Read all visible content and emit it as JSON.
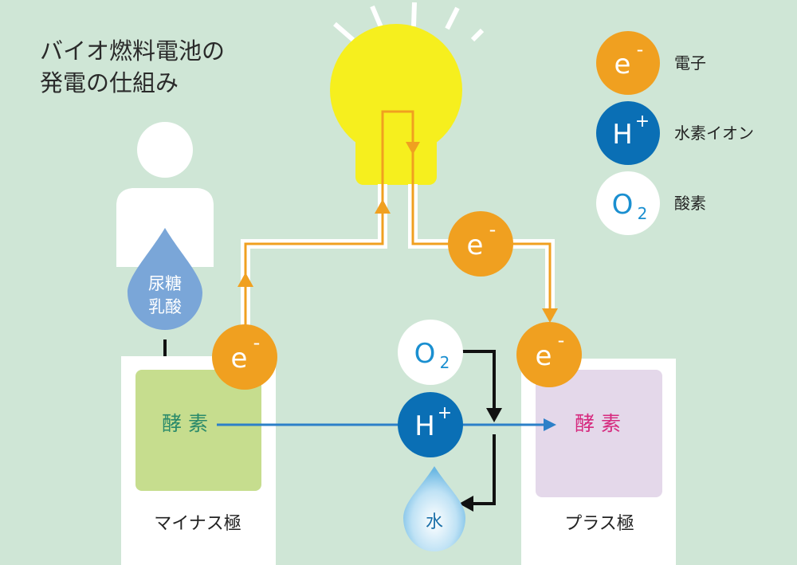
{
  "title": {
    "line1": "バイオ燃料電池の",
    "line2": "発電の仕組み"
  },
  "legend": [
    {
      "symbol": "e",
      "sup": "-",
      "label": "電子"
    },
    {
      "symbol": "H",
      "sup": "+",
      "label": "水素イオン"
    },
    {
      "symbol": "O",
      "sub": "2",
      "label": "酸素"
    }
  ],
  "fuel": {
    "line1": "尿糖",
    "line2": "乳酸"
  },
  "minus_electrode": {
    "label": "マイナス極",
    "enzyme": "酵 素"
  },
  "plus_electrode": {
    "label": "プラス極",
    "enzyme": "酵 素"
  },
  "particles": {
    "electron": {
      "symbol": "e",
      "sup": "-"
    },
    "hydrogen_ion": {
      "symbol": "H",
      "sup": "+"
    },
    "oxygen": {
      "symbol": "O",
      "sub": "2"
    }
  },
  "water": "水",
  "colors": {
    "background": "#cfe6d6",
    "electron": "#f0a020",
    "hydrogen": "#0a6fb5",
    "oxygen_fill": "#ffffff",
    "oxygen_text": "#1a8fd0",
    "bulb": "#f6ef1e",
    "minus_pad": "#c6dd8e",
    "plus_pad": "#e4d8ea",
    "water": "#7fc3e8",
    "fuel_drop": "#7aa6d8",
    "enzyme_minus": "#2a8a6a",
    "enzyme_plus": "#d6297e",
    "ion_arrow": "#2c80c8"
  }
}
